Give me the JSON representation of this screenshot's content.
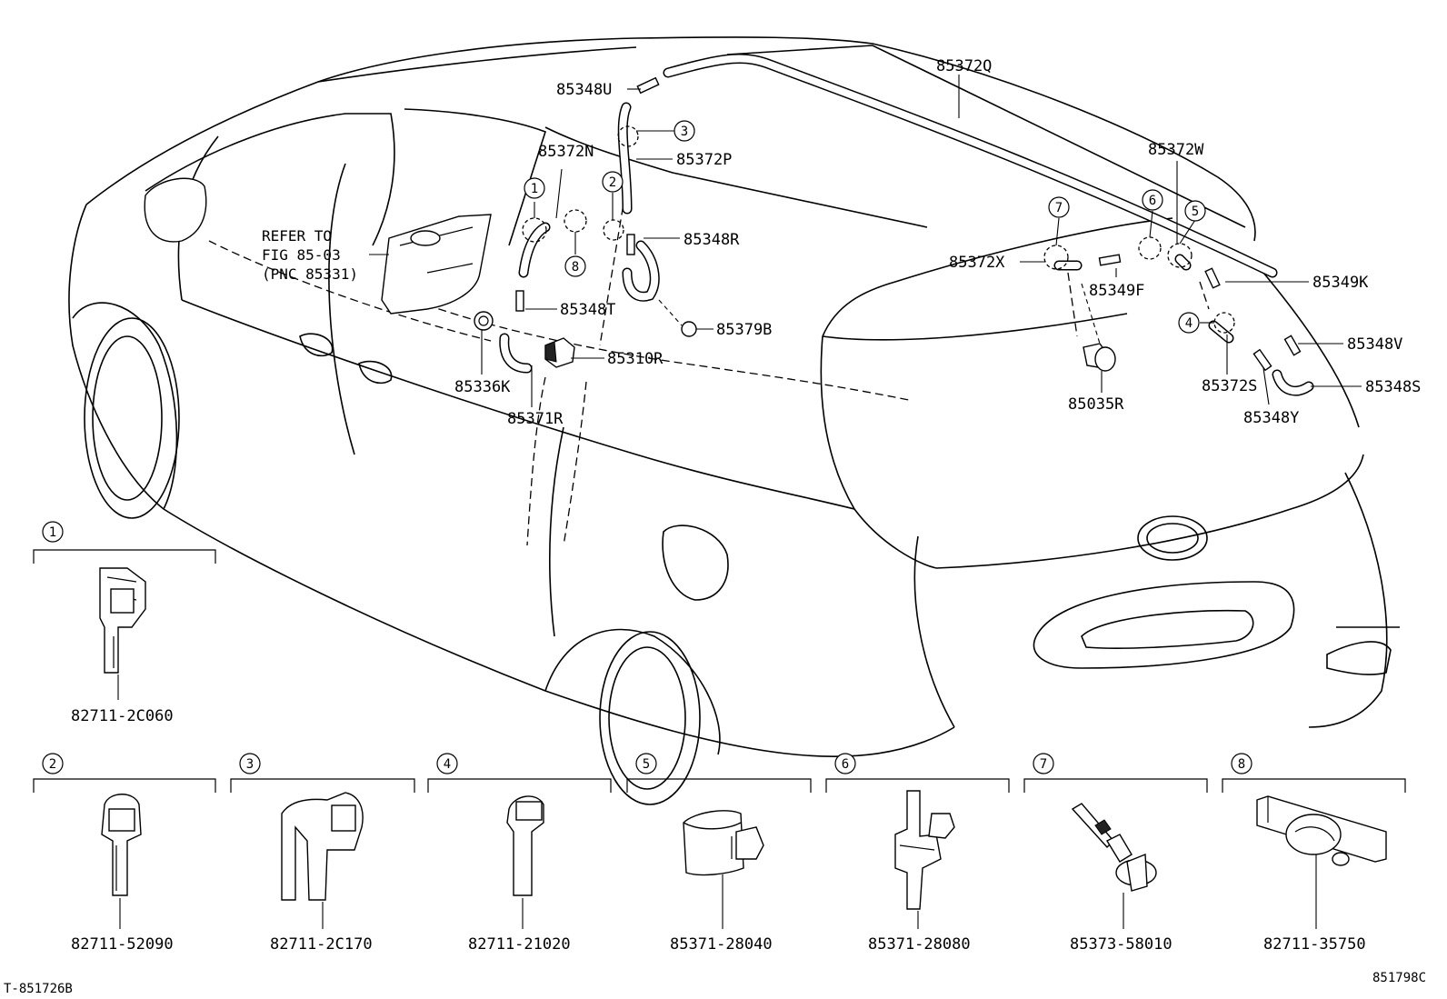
{
  "refer_note": {
    "line1": "REFER TO",
    "line2": "FIG 85-03",
    "line3": "(PNC 85331)"
  },
  "callouts": {
    "c85348U": "85348U",
    "c85372Q": "85372Q",
    "c85372N": "85372N",
    "c85372P": "85372P",
    "c85348R": "85348R",
    "c85348T": "85348T",
    "c85379B": "85379B",
    "c85310R": "85310R",
    "c85336K": "85336K",
    "c85371R": "85371R",
    "c85372W": "85372W",
    "c85372X": "85372X",
    "c85349F": "85349F",
    "c85349K": "85349K",
    "c85348V": "85348V",
    "c85372S": "85372S",
    "c85348S": "85348S",
    "c85348Y": "85348Y",
    "c85035R": "85035R"
  },
  "markers": {
    "m1": "1",
    "m2": "2",
    "m3": "3",
    "m4": "4",
    "m5": "5",
    "m6": "6",
    "m7": "7",
    "m8": "8"
  },
  "detail_parts": [
    {
      "index": "1",
      "part_no": "82711-2C060"
    },
    {
      "index": "2",
      "part_no": "82711-52090"
    },
    {
      "index": "3",
      "part_no": "82711-2C170"
    },
    {
      "index": "4",
      "part_no": "82711-21020"
    },
    {
      "index": "5",
      "part_no": "85371-28040"
    },
    {
      "index": "6",
      "part_no": "85371-28080"
    },
    {
      "index": "7",
      "part_no": "85373-58010"
    },
    {
      "index": "8",
      "part_no": "82711-35750"
    }
  ],
  "footer": {
    "left_code": "T-851726B",
    "right_code": "851798C"
  }
}
